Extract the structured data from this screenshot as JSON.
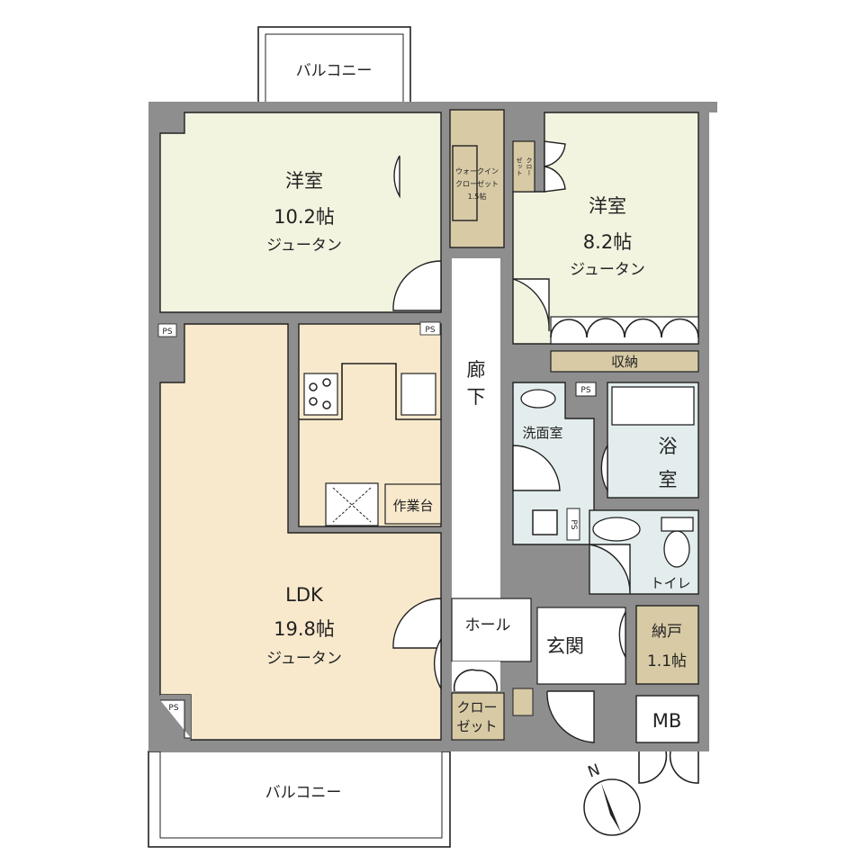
{
  "colors": {
    "wall": "#8e8e8e",
    "bedroom": "#f3f4e0",
    "ldk": "#f8e9cd",
    "storage": "#d7caa5",
    "wet": "#e3eded",
    "open": "#ffffff"
  },
  "balcony_top": "バルコニー",
  "balcony_bottom": "バルコニー",
  "bedroom1": {
    "name": "洋室",
    "size": "10.2帖",
    "floor": "ジュータン"
  },
  "bedroom2": {
    "name": "洋室",
    "size": "8.2帖",
    "floor": "ジュータン"
  },
  "wic": {
    "l1": "ウォークイン",
    "l2": "クローゼット",
    "l3": "1.5帖"
  },
  "closet_small": {
    "l1": "クロー",
    "l2": "ゼット"
  },
  "hallway": {
    "l1": "廊",
    "l2": "下"
  },
  "storage": "収納",
  "washroom": "洗面室",
  "bath": {
    "l1": "浴",
    "l2": "室"
  },
  "toilet": "トイレ",
  "kitchen_counter": "作業台",
  "ldk": {
    "name": "LDK",
    "size": "19.8帖",
    "floor": "ジュータン"
  },
  "hall": "ホール",
  "entrance": "玄関",
  "nando": {
    "name": "納戸",
    "size": "1.1帖"
  },
  "mb": "MB",
  "closet_bottom": {
    "l1": "クロー",
    "l2": "ゼット"
  },
  "ps": "PS",
  "compass": "N"
}
